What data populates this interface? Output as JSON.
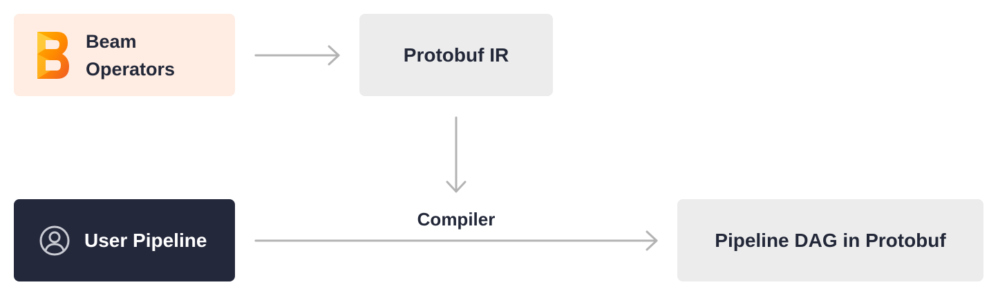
{
  "nodes": {
    "beam": {
      "label_line1": "Beam",
      "label_line2": "Operators",
      "icon": "beam-logo-icon"
    },
    "protobuf_ir": {
      "label": "Protobuf IR"
    },
    "user_pipeline": {
      "label": "User Pipeline",
      "icon": "user-icon"
    },
    "pipeline_dag": {
      "label": "Pipeline DAG in Protobuf"
    }
  },
  "edges": {
    "compiler_label": "Compiler"
  },
  "colors": {
    "beam_bg": "#ffece2",
    "grey_bg": "#ececec",
    "dark_bg": "#24283b",
    "arrow": "#b3b3b3",
    "text_dark": "#232839"
  }
}
